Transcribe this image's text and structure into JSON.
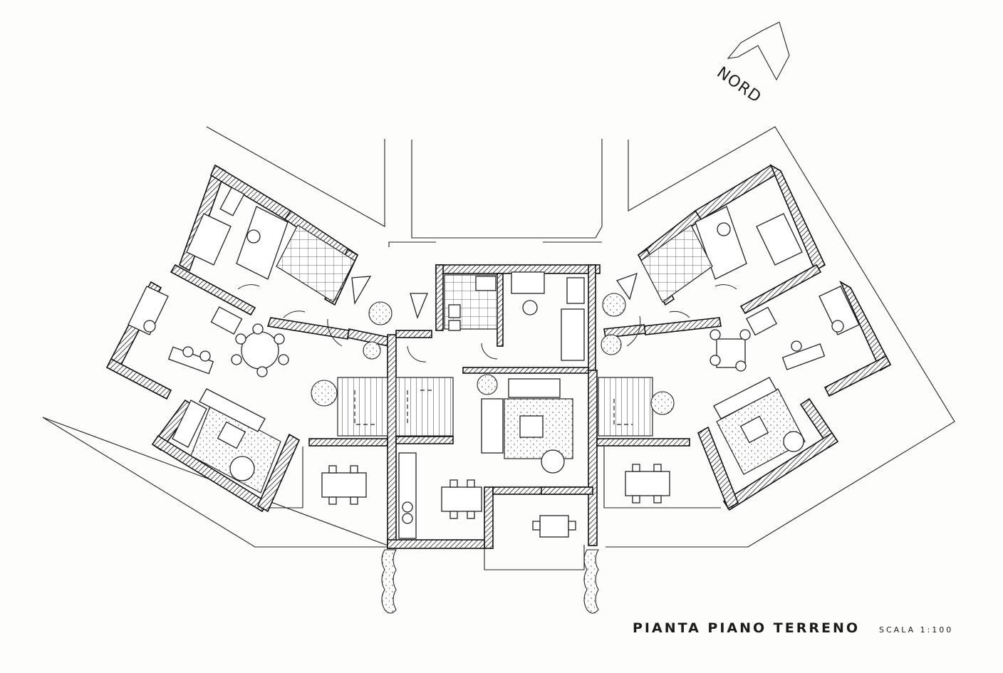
{
  "drawing": {
    "title": "PIANTA PIANO TERRENO",
    "scale_label": "SCALA 1:100",
    "north_label": "NORD"
  }
}
